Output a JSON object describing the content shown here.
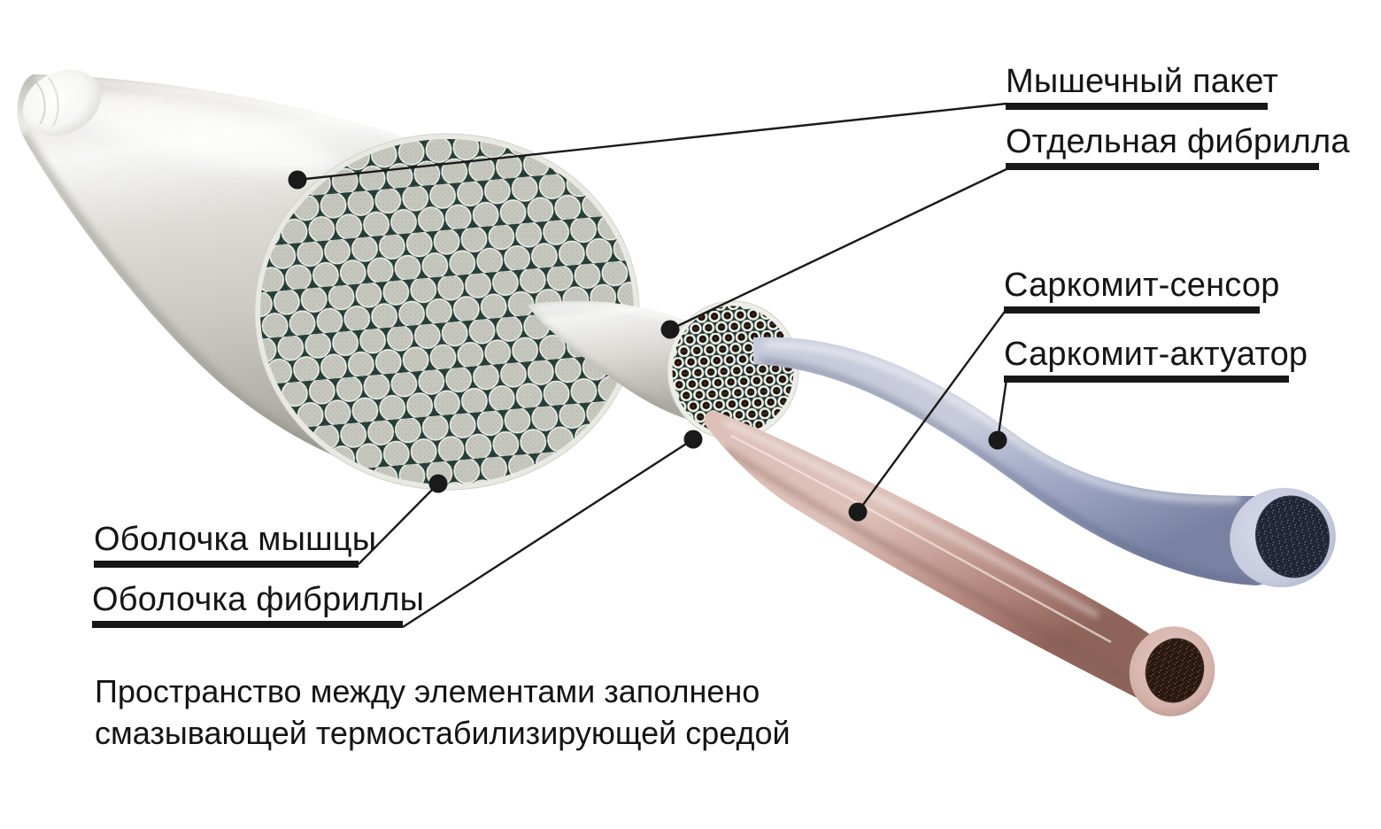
{
  "diagram": {
    "labels": {
      "muscle_package": "Мышечный пакет",
      "single_fibril": "Отдельная фибрилла",
      "sarcomite_sensor": "Саркомит-сенсор",
      "sarcomite_actuator": "Саркомит-актуатор",
      "muscle_sheath": "Оболочка мышцы",
      "fibril_sheath": "Оболочка фибриллы"
    },
    "note": {
      "line1": "Пространство между элементами заполнено",
      "line2": "смазывающей термостабилизирующей средой"
    },
    "colors": {
      "background": "#ffffff",
      "text": "#151515",
      "underline": "#171717",
      "callout": "#1a1a1a",
      "muscle_body": "#d9d8d2",
      "cross_section_background": "#223b35",
      "fibril_circle": "#c6c8c0",
      "sensor_tube_pink": "#bd9289",
      "sensor_core_brown": "#251610",
      "actuator_tube_blue": "#a9b0ca",
      "actuator_core_navy": "#1d2330"
    }
  }
}
